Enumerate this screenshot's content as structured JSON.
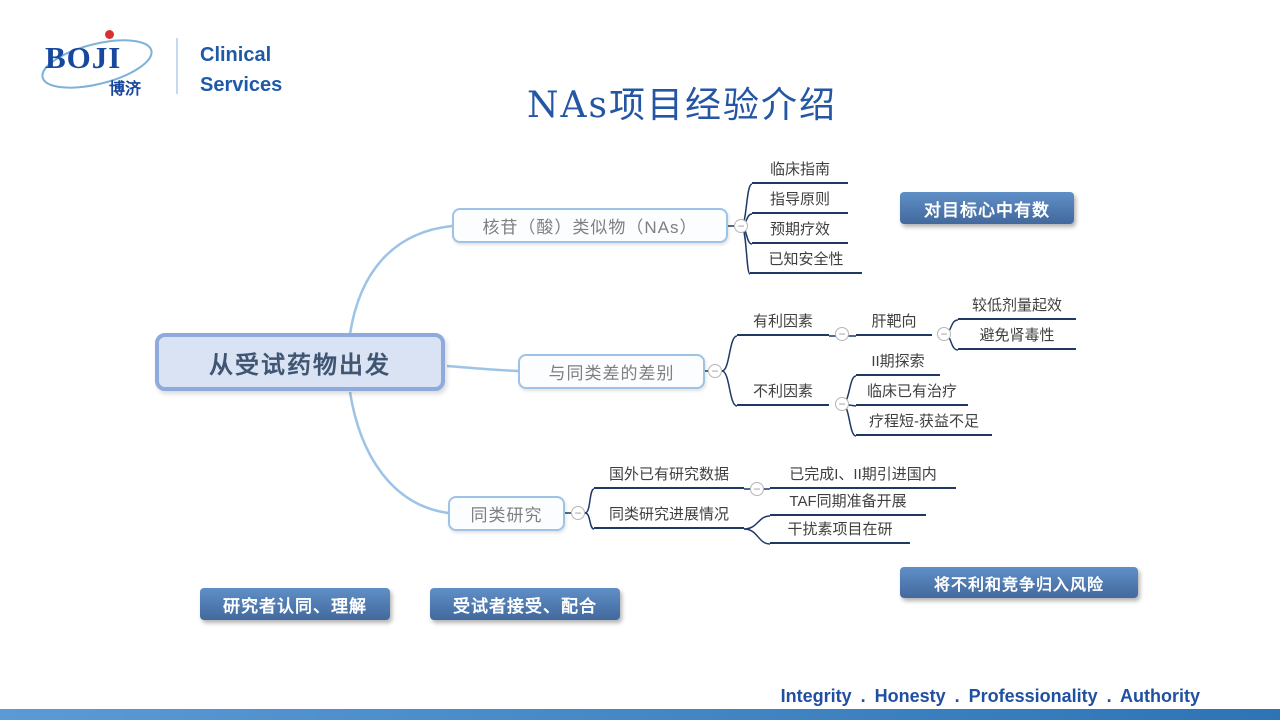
{
  "brand": {
    "logo_main": "BOJI",
    "logo_cn": "博济",
    "line1": "Clinical",
    "line2": "Services"
  },
  "title": "NAs项目经验介绍",
  "mindmap": {
    "root": "从受试药物出发",
    "nas": {
      "label": "核苷（酸）类似物（NAs）",
      "children": [
        "临床指南",
        "指导原则",
        "预期疗效",
        "已知安全性"
      ]
    },
    "diff": {
      "label": "与同类差的差别",
      "favorable": "有利因素",
      "liver": "肝靶向",
      "liver_children": [
        "较低剂量起效",
        "避免肾毒性"
      ],
      "unfavorable": "不利因素",
      "unfavorable_children": [
        "II期探索",
        "临床已有治疗",
        "疗程短-获益不足"
      ]
    },
    "same": {
      "label": "同类研究",
      "data_label": "国外已有研究数据",
      "data_child": "已完成I、II期引进国内",
      "progress_label": "同类研究进展情况",
      "progress_children": [
        "TAF同期准备开展",
        "干扰素项目在研"
      ]
    },
    "toggle_glyph": "−"
  },
  "badges": {
    "target": "对目标心中有数",
    "risk": "将不利和竞争归入风险",
    "researcher": "研究者认同、理解",
    "subject": "受试者接受、配合"
  },
  "footer": {
    "motto": "Integrity . Honesty . Professionality . Authority"
  },
  "colors": {
    "accent_blue": "#2e74b5",
    "light_branch": "#9dc3e6",
    "dark_line": "#1f3864",
    "badge_blue": "#4f81bd"
  }
}
